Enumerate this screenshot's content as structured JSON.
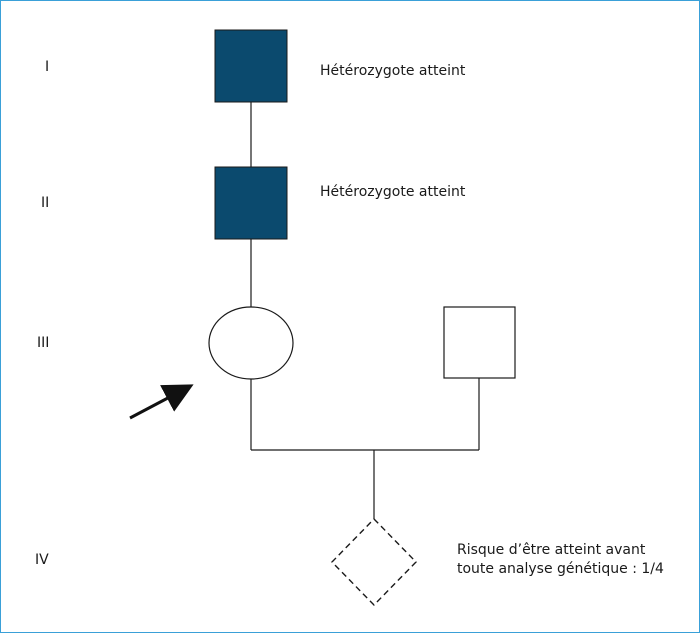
{
  "generations": [
    "I",
    "II",
    "III",
    "IV"
  ],
  "annotations": {
    "gen1_individual": "Hétérozygote atteint",
    "gen2_individual": "Hétérozygote atteint",
    "gen4_risk_line1": "Risque d’être atteint avant",
    "gen4_risk_line2": "toute analyse génétique : 1/4"
  },
  "colors": {
    "affected_fill": "#0b4a6e",
    "line": "#1a1a1a",
    "frame_border": "#3aa0d8"
  },
  "legend_symbols": {
    "affected_male": "filled-square",
    "unaffected_female": "circle",
    "unaffected_male": "square",
    "unknown_sex_fetus": "dashed-diamond",
    "proband": "arrow"
  }
}
